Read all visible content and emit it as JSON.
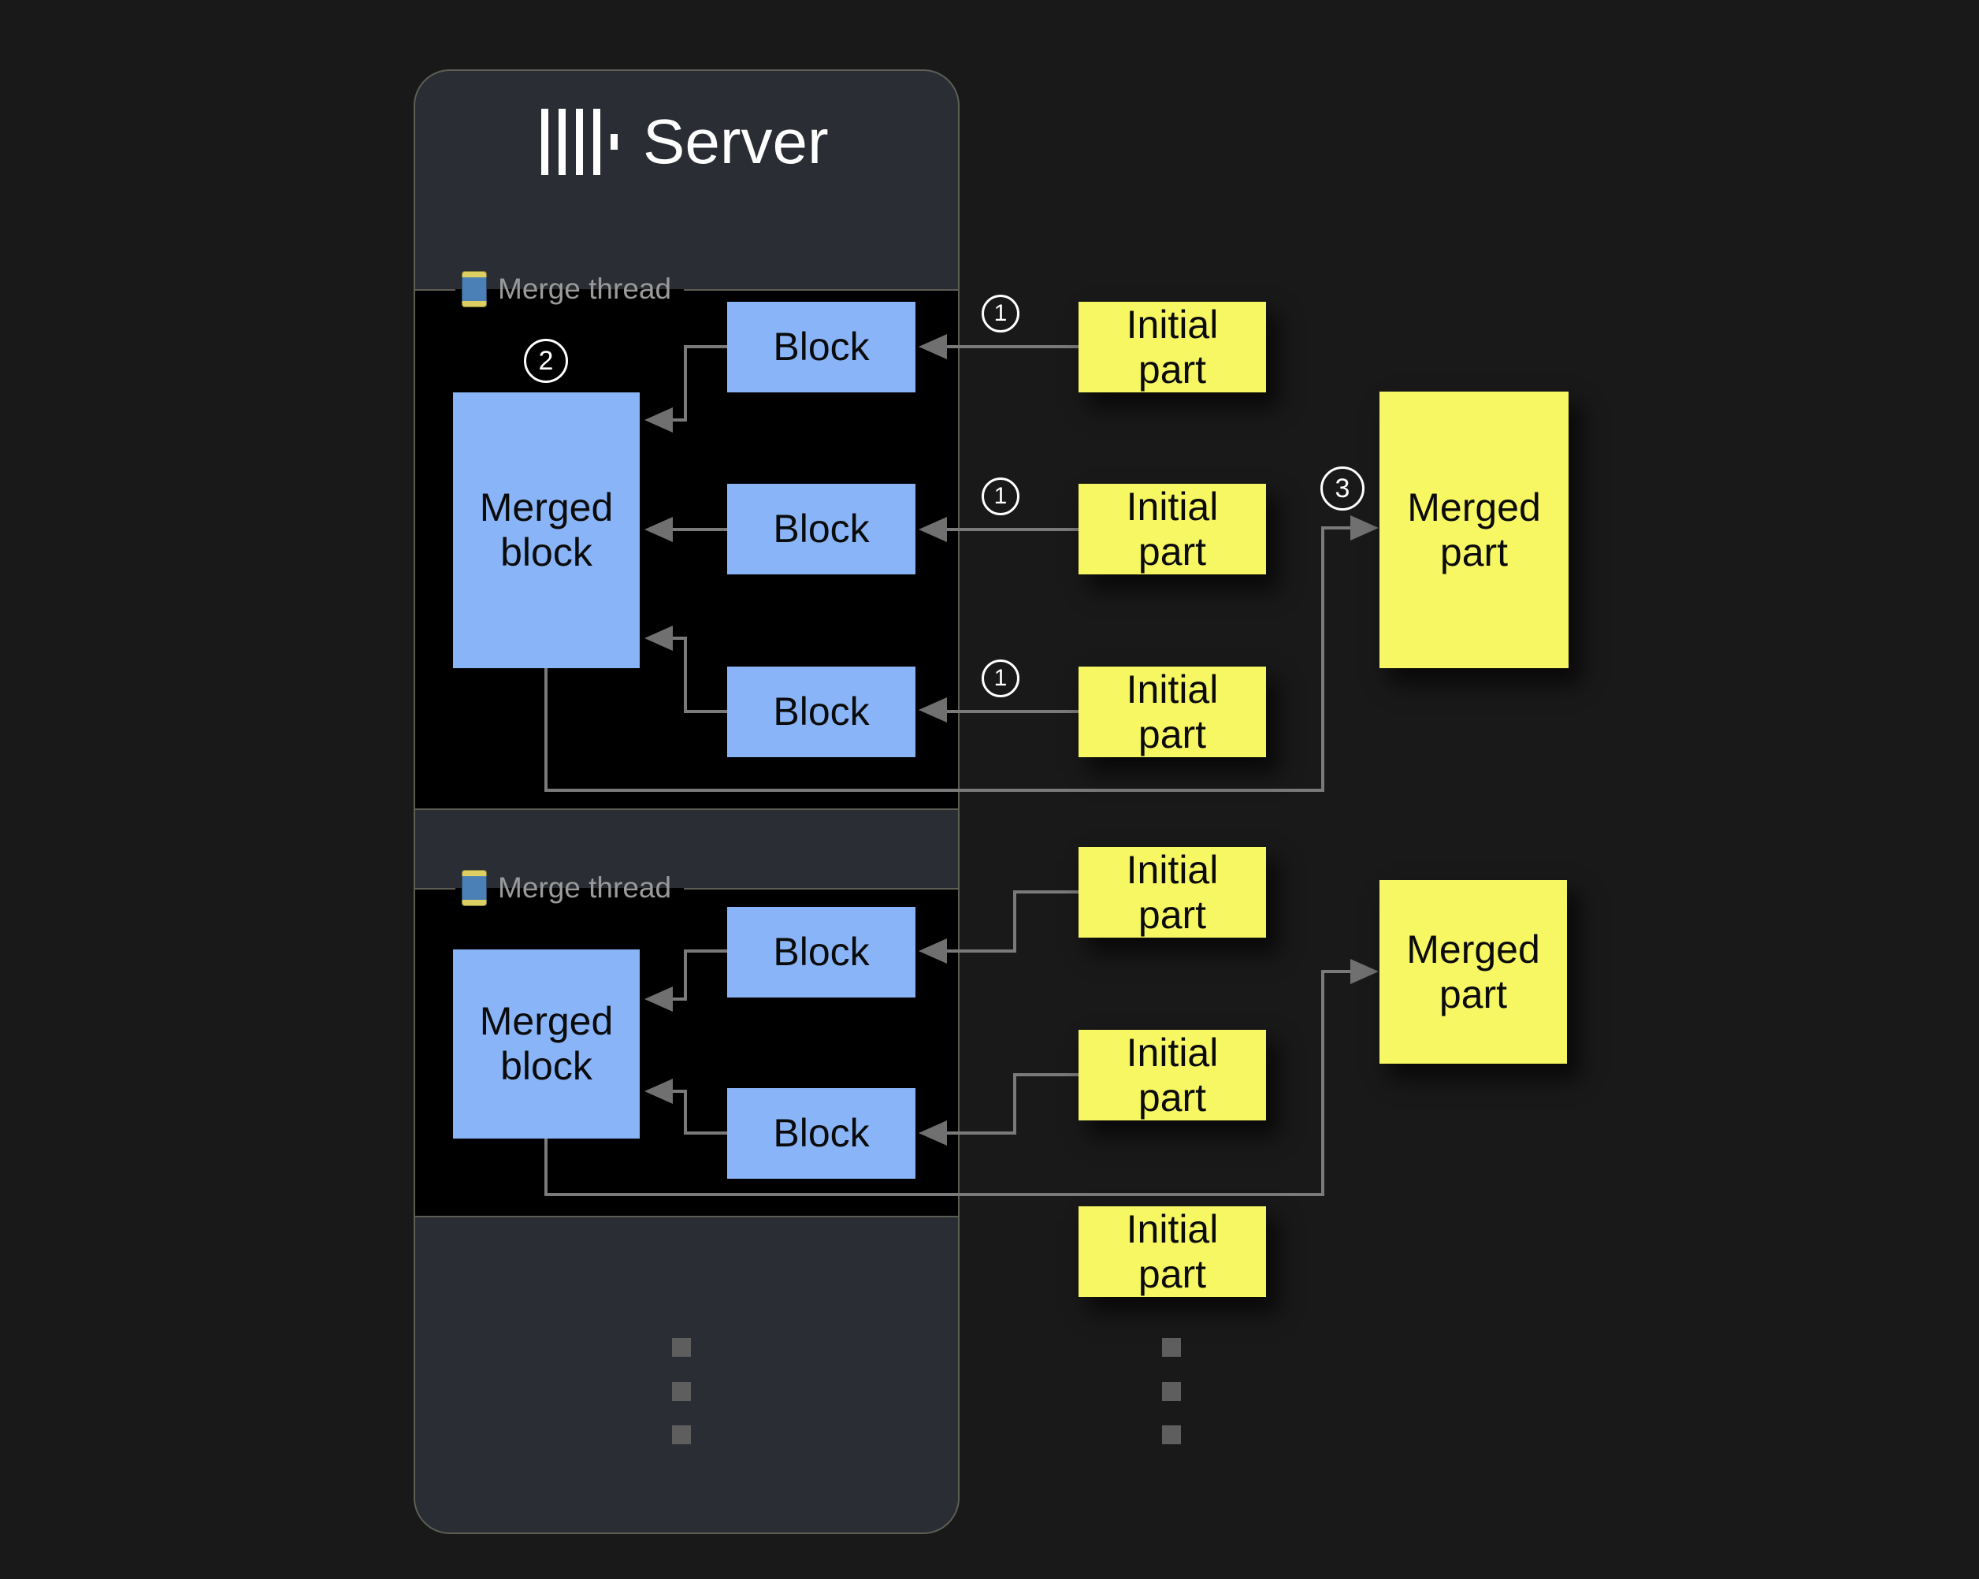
{
  "server": {
    "title": "Server"
  },
  "thread_sections": [
    {
      "label": "Merge thread",
      "merged_block": "Merged block",
      "blocks": [
        "Block",
        "Block",
        "Block"
      ],
      "initial_parts": [
        "Initial part",
        "Initial part",
        "Initial part"
      ],
      "merged_part": "Merged part"
    },
    {
      "label": "Merge thread",
      "merged_block": "Merged block",
      "blocks": [
        "Block",
        "Block"
      ],
      "initial_parts": [
        "Initial part",
        "Initial part",
        "Initial part"
      ],
      "merged_part": "Merged part"
    }
  ],
  "steps": {
    "one": "1",
    "two": "2",
    "three": "3"
  },
  "icons": {
    "logo": "clickhouse-logo",
    "thread": "thread-spool-icon"
  },
  "colors": {
    "background": "#191919",
    "server_fill": "#2a2d33",
    "panel_fill": "#000000",
    "panel_border": "#5c5d53",
    "block_fill": "#89b5f8",
    "part_fill": "#f7f763",
    "connector": "#7a7a7a",
    "label_gray": "#9a9a9a"
  }
}
